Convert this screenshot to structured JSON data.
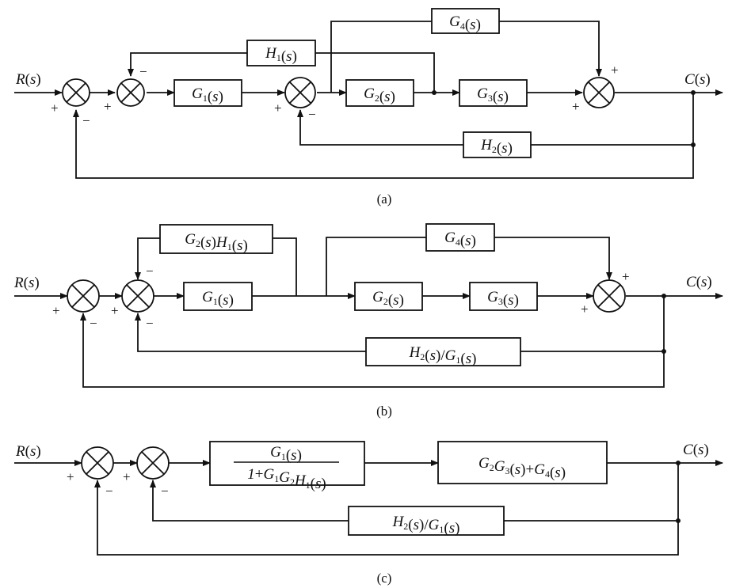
{
  "a": {
    "input_R": "R(s)",
    "output_C": "C(s)",
    "G1": "G1(s)",
    "G2": "G2(s)",
    "G3": "G3(s)",
    "G4": "G4(s)",
    "H1": "H1(s)",
    "H2": "H2(s)",
    "caption": "(a)"
  },
  "b": {
    "input_R": "R(s)",
    "output_C": "C(s)",
    "G2H1": "G2(s)H1(s)",
    "G1": "G1(s)",
    "G2": "G2(s)",
    "G3": "G3(s)",
    "G4": "G4(s)",
    "H2overG1": "H2(s)/G1(s)",
    "caption": "(b)"
  },
  "c": {
    "input_R": "R(s)",
    "output_C": "C(s)",
    "frac_num": "G1(s)",
    "frac_den": "1+G1G2H1(s)",
    "G2G3G4": "G2G3(s)+G4(s)",
    "H2overG1": "H2(s)/G1(s)",
    "caption": "(c)"
  },
  "signs": {
    "plus": "+",
    "minus": "−"
  }
}
